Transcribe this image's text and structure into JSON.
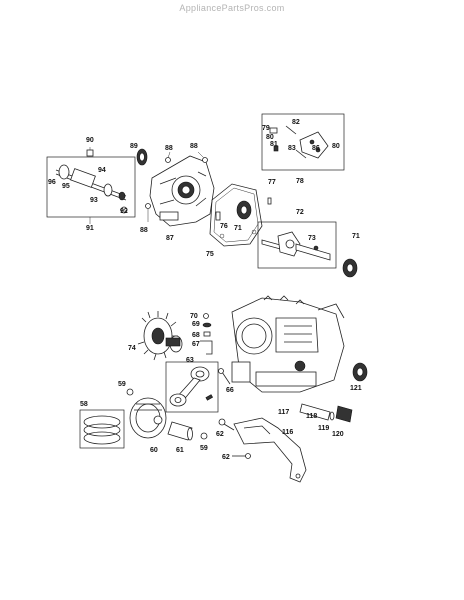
{
  "watermark": "AppliancePartsPros.com",
  "callouts": {
    "p90": "90",
    "p89": "89",
    "p88a": "88",
    "p88b": "88",
    "p88c": "88",
    "p87": "87",
    "p96": "96",
    "p94": "94",
    "p95": "95",
    "p93": "93",
    "p92": "92",
    "p91": "91",
    "p77": "77",
    "p76": "76",
    "p75": "75",
    "p71a": "71",
    "p71b": "71",
    "p72": "72",
    "p73": "73",
    "p74": "74",
    "p79": "79",
    "p82": "82",
    "p80a": "80",
    "p81": "81",
    "p83": "83",
    "p86": "86",
    "p80b": "80",
    "p78": "78",
    "p70": "70",
    "p69": "69",
    "p68": "68",
    "p67": "67",
    "p63": "63",
    "p66": "66",
    "p59a": "59",
    "p59b": "59",
    "p58": "58",
    "p60": "60",
    "p61": "61",
    "p62a": "62",
    "p62b": "62",
    "p117": "117",
    "p116": "116",
    "p118": "118",
    "p119": "119",
    "p120": "120",
    "p121": "121"
  }
}
